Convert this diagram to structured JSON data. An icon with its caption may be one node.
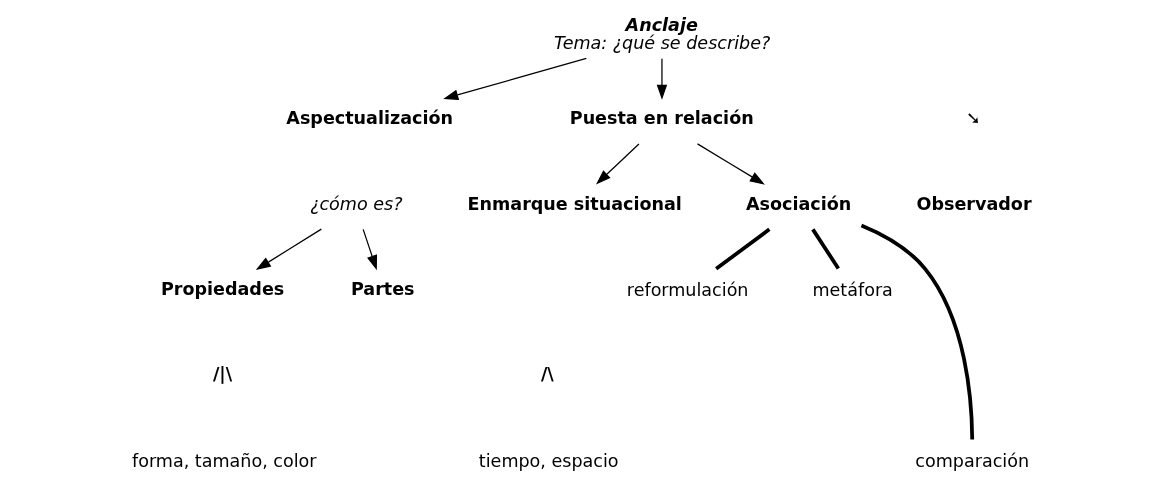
{
  "diagram": {
    "nodes": [
      {
        "text": [
          "Anclaje",
          "Tema: ¿qué se describe?"
        ]
      },
      {
        "text": [
          "Aspectualización"
        ]
      },
      {
        "text": [
          "Puesta en relación"
        ]
      },
      {
        "text": [
          "Observador"
        ]
      },
      {
        "text": [
          "¿cómo es?"
        ]
      },
      {
        "text": [
          "Propiedades"
        ]
      },
      {
        "text": [
          "Partes"
        ]
      },
      {
        "text": [
          "Enmarque situacional"
        ]
      },
      {
        "text": [
          "Asociación"
        ]
      },
      {
        "text": [
          "forma, tamaño, color"
        ]
      },
      {
        "text": [
          "tiempo, espacio"
        ]
      },
      {
        "text": [
          "reformulación"
        ]
      },
      {
        "text": [
          "metáfora"
        ]
      },
      {
        "text": [
          "comparación"
        ]
      }
    ],
    "edges": [
      {
        "from": 0,
        "to": 1,
        "arrow": "to"
      },
      {
        "from": 0,
        "to": 2,
        "arrow": "to"
      },
      {
        "from": 4,
        "to": 5,
        "arrow": "to"
      },
      {
        "from": 4,
        "to": 6,
        "arrow": "to"
      },
      {
        "from": 2,
        "to": 7,
        "arrow": "to"
      },
      {
        "from": 2,
        "to": 8,
        "arrow": "to"
      },
      {
        "from": 8,
        "to": 11,
        "arrow": "none",
        "style": "thick"
      },
      {
        "from": 8,
        "to": 12,
        "arrow": "none",
        "style": "thick"
      },
      {
        "from": 8,
        "to": 13,
        "arrow": "none",
        "style": "thick"
      }
    ],
    "labels": [
      "➘",
      "/|\\",
      "/\\"
    ]
  }
}
